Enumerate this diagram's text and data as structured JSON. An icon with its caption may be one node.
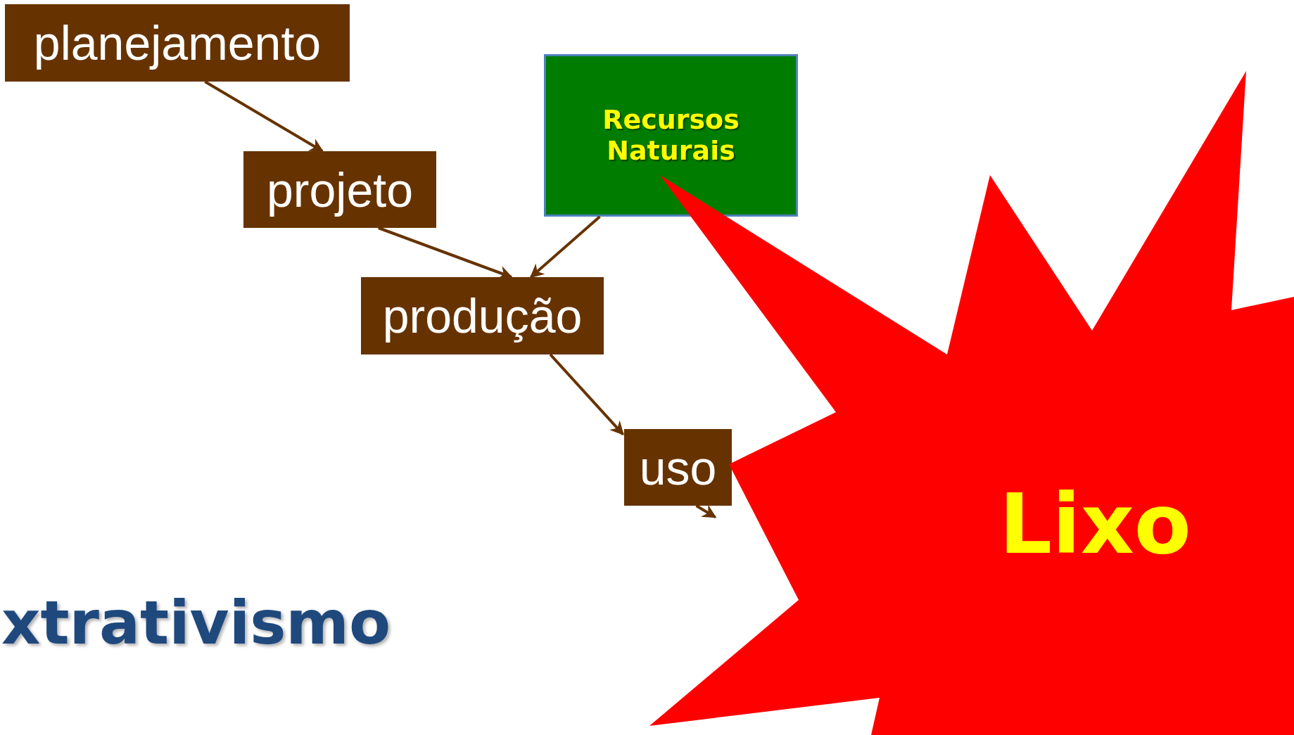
{
  "diagram": {
    "nodes": [
      {
        "text": [
          "planejamento"
        ]
      },
      {
        "text": [
          "projeto"
        ]
      },
      {
        "text": [
          "Recursos Naturais"
        ]
      },
      {
        "text": [
          "produção"
        ]
      },
      {
        "text": [
          "uso"
        ]
      },
      {
        "text": [
          "Lixo"
        ]
      }
    ],
    "edges": [
      {
        "from": 0,
        "to": 1,
        "arrow": "to"
      },
      {
        "from": 1,
        "to": 3,
        "arrow": "to"
      },
      {
        "from": 2,
        "to": 3,
        "arrow": "to"
      },
      {
        "from": 3,
        "to": 4,
        "arrow": "to"
      },
      {
        "from": 4,
        "to": 5,
        "arrow": "to"
      }
    ],
    "labels": [
      "xtrativismo"
    ]
  }
}
